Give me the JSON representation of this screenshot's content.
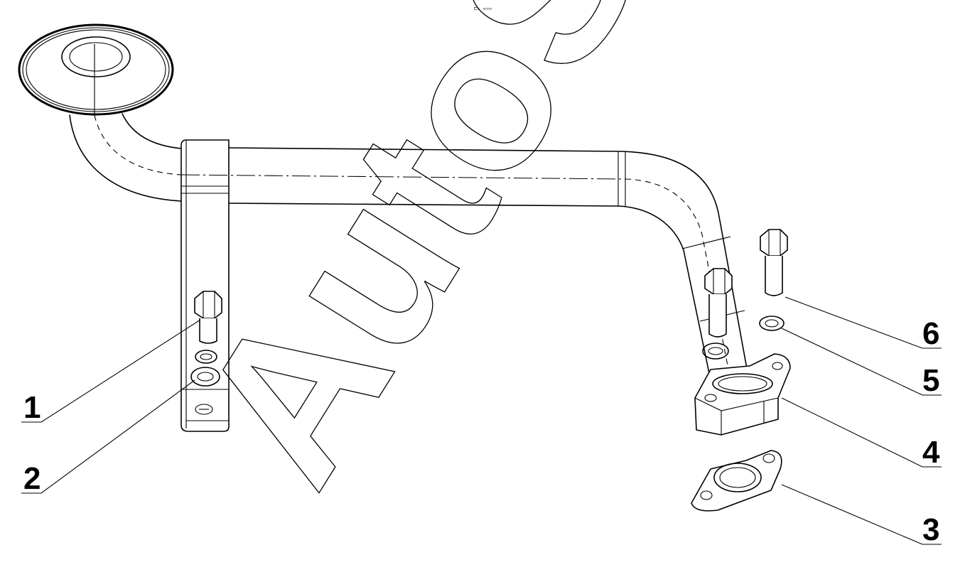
{
  "header_mark": "⊏ₒ ▫▫▫",
  "watermark": "AutoSoft",
  "callouts": [
    {
      "number": "1"
    },
    {
      "number": "2"
    },
    {
      "number": "3"
    },
    {
      "number": "4"
    },
    {
      "number": "5"
    },
    {
      "number": "6"
    }
  ]
}
